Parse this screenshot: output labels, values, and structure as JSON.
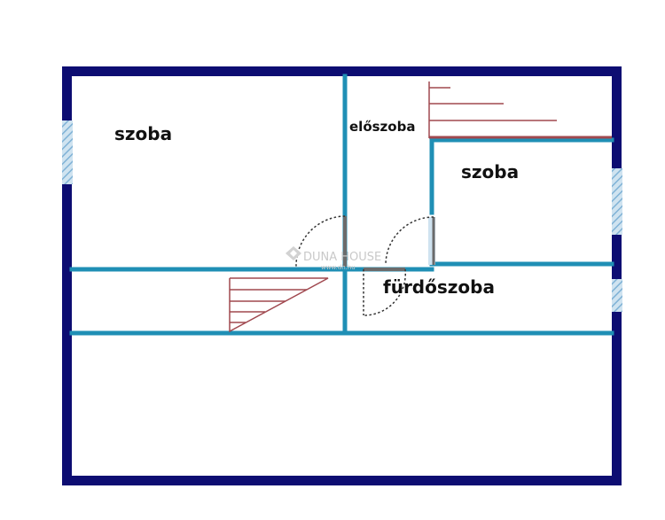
{
  "rooms": {
    "szoba_left": "szoba",
    "eloszoba": "előszoba",
    "szoba_right": "szoba",
    "furdoszoba": "fürdőszoba"
  },
  "watermark": {
    "brand": "DUNA HOUSE",
    "url": "www.dh.hu"
  },
  "colors": {
    "outer_wall": "#0d0d72",
    "inner_wall": "#1f8fb5",
    "stairs": "#a0484f",
    "window": "#7fb2d6",
    "door_arc": "#333333",
    "door_leaf": "#6b6b6b",
    "background": "#ffffff"
  }
}
